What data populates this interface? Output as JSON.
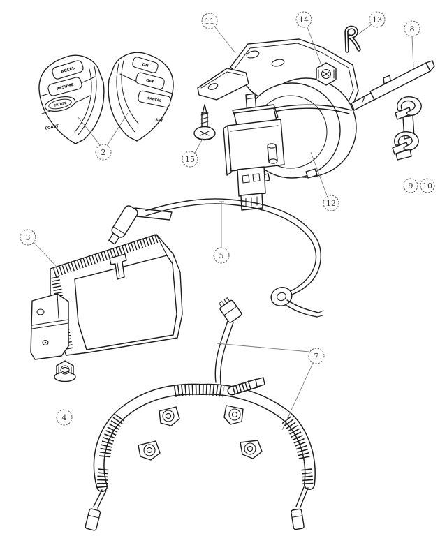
{
  "diagram": {
    "background": "#ffffff",
    "ink": "#1c1c1c",
    "type": "exploded-parts-line-drawing"
  },
  "callouts": [
    {
      "id": "2",
      "label": "2"
    },
    {
      "id": "3",
      "label": "3"
    },
    {
      "id": "4",
      "label": "4"
    },
    {
      "id": "5",
      "label": "5"
    },
    {
      "id": "7",
      "label": "7"
    },
    {
      "id": "8",
      "label": "8"
    },
    {
      "id": "9",
      "label": "9"
    },
    {
      "id": "10",
      "label": "10"
    },
    {
      "id": "11",
      "label": "11"
    },
    {
      "id": "12",
      "label": "12"
    },
    {
      "id": "13",
      "label": "13"
    },
    {
      "id": "14",
      "label": "14"
    },
    {
      "id": "15",
      "label": "15"
    }
  ],
  "left_switch": {
    "labels": [
      "ACCEL",
      "RESUME",
      "CRUISE",
      "COAST"
    ]
  },
  "right_switch": {
    "labels": [
      "ON",
      "OFF",
      "CANCEL",
      "SET"
    ]
  }
}
